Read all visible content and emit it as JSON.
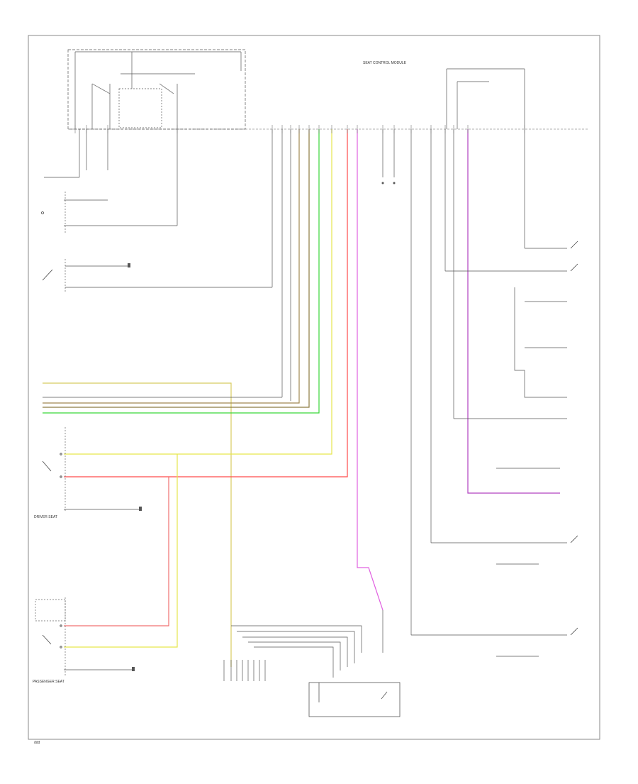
{
  "header": {
    "module_title": "SEAT CONTROL MODULE",
    "driver_seat_label": "DRIVER SEAT",
    "passenger_seat_label": "PASSENGER SEAT"
  },
  "colors": {
    "border": "#888888",
    "wire": "#555555",
    "green": "#38d638",
    "yellow": "#e6e64c",
    "pink": "#f07070",
    "red": "#ff4b4b",
    "violet": "#b040c0",
    "magenta": "#e060e0",
    "tan": "#a08850",
    "tan_yellow": "#d8cc60"
  },
  "footer": {
    "page_ref": "ddd"
  }
}
